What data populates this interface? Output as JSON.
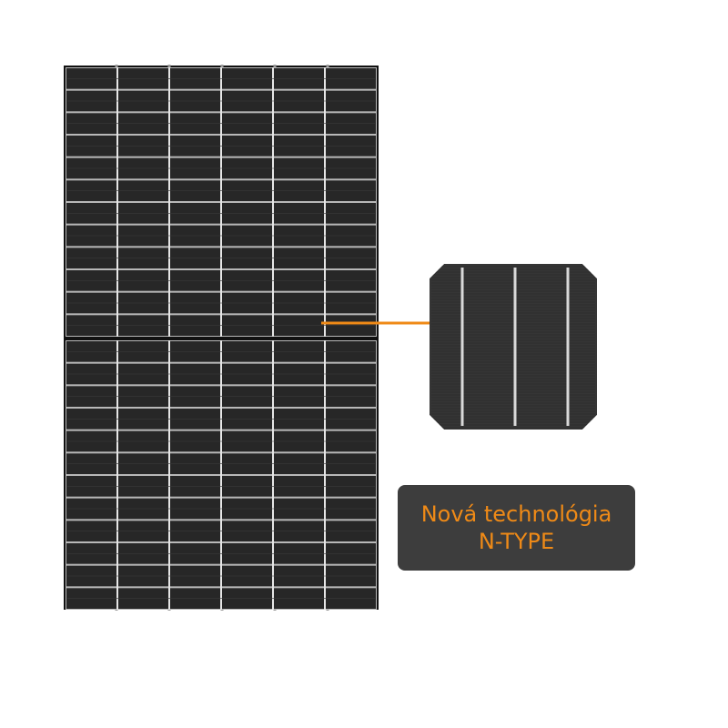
{
  "product": {
    "name": "half-cut monocrystalline solar panel",
    "cell_columns": 6,
    "half_rows": 12
  },
  "badge": {
    "line1": "Nová technológia",
    "line2": "N-TYPE"
  },
  "colors": {
    "background": "#ffffff",
    "panel_cell": "#272727",
    "panel_gap": "#b8b8b8",
    "frame": "#111111",
    "callout_line": "#ef8a17",
    "badge_bg": "#3d3d3d",
    "badge_text": "#ef8a17",
    "cell_closeup": "#353535",
    "busbar": "#d9d9d9"
  }
}
